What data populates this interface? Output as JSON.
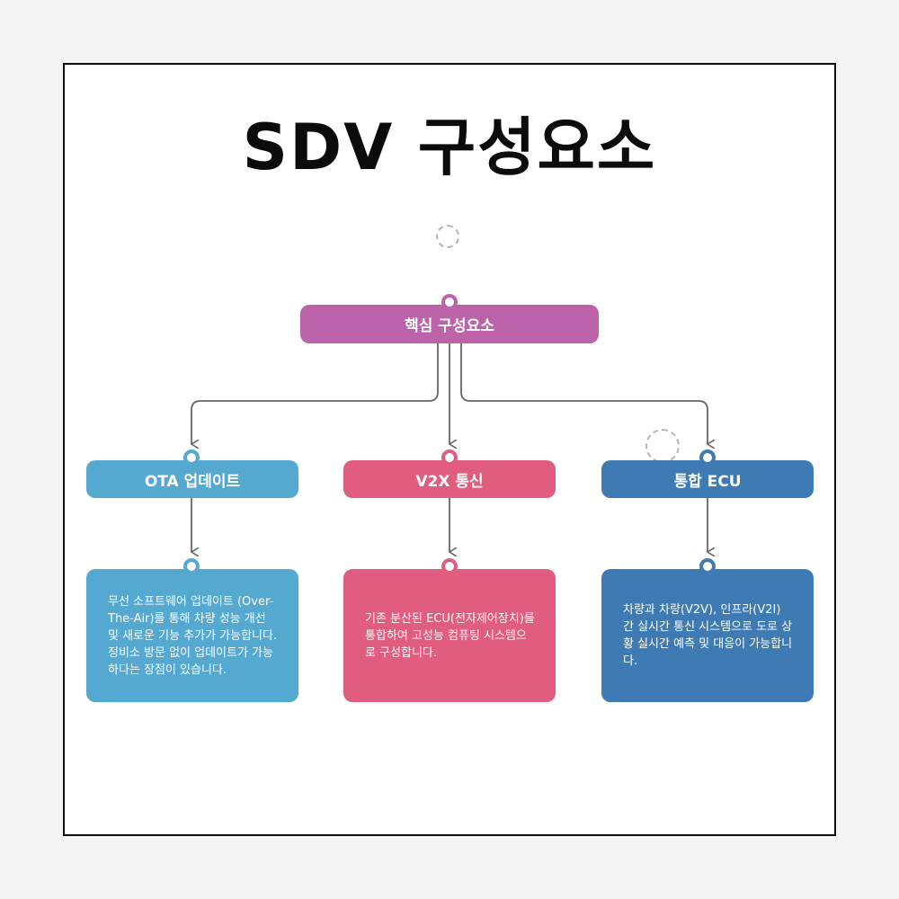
{
  "title": "SDV 구성요소",
  "root": {
    "label": "핵심 구성요소",
    "color": "#bc63a9"
  },
  "components": [
    {
      "label": "OTA 업데이트",
      "color": "#55a9d1",
      "description": "무선 소프트웨어 업데이트 (Over-The-Air)를 통해 차량 성능 개선 및 새로운 기능 추가가 가능합니다. 정비소 방문 없이 업데이트가 가능하다는 장점이 있습니다."
    },
    {
      "label": "V2X 통신",
      "color": "#e05d80",
      "description": "기존 분산된 ECU(전자제어장치)를 통합하여 고성능 컴퓨팅 시스템으로 구성합니다."
    },
    {
      "label": "통합 ECU",
      "color": "#3e7bb5",
      "description": "차량과 차량(V2V), 인프라(V2I) 간 실시간 통신 시스템으로 도로 상황 실시간 예측 및 대응이 가능합니다."
    }
  ]
}
